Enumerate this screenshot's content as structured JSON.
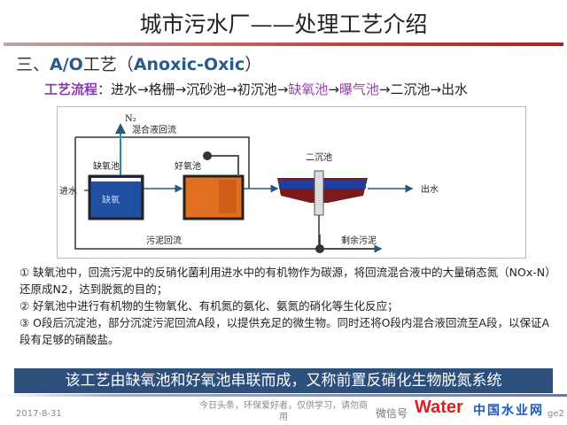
{
  "title": "城市污水厂——处理工艺介绍",
  "section": {
    "prefix": "三、",
    "en1": "A/O",
    "mid": "工艺（",
    "en2": "Anoxic-Oxic",
    "suffix": "）"
  },
  "flow": {
    "label": "工艺流程",
    "colon": "：",
    "p1": "进水→格栅→沉砂池→初沉池→",
    "s1": "缺氧池",
    "a1": "→",
    "s2": "曝气池",
    "p2": "→二沉池→出水"
  },
  "diagram": {
    "n2": "N₂",
    "mixed_return": "混合液回流",
    "anoxic_tank": "缺氧池",
    "anoxic_inner": "缺氧",
    "aerobic_tank": "好氧池",
    "secondary": "二沉池",
    "inflow": "进水",
    "outflow": "出水",
    "sludge_return": "污泥回流",
    "excess_sludge": "剩余污泥"
  },
  "notes": [
    "① 缺氧池中，回流污泥中的反硝化菌利用进水中的有机物作为碳源，将回流混合液中的大量硝态氮（NOx-N）还原成N2，达到脱氮的目的；",
    "② 好氧池中进行有机物的生物氧化、有机氮的氨化、氨氮的硝化等生化反应；",
    "③ O段后沉淀池，部分沉淀污泥回流A段，以提供充足的微生物。同时还将O段内混合液回流至A段，以保证A段有足够的硝酸盐。"
  ],
  "banner": "该工艺由缺氧池和好氧池串联而成，又称前置反硝化生物脱氮系统",
  "footer": {
    "date": "2017-8-31",
    "center": "今日头条，环保爱好者，仅供学习，请勿商用",
    "watermark": "微信号",
    "logo_en": "Water",
    "logo_cn": "中国水业网",
    "page": "ge2"
  }
}
